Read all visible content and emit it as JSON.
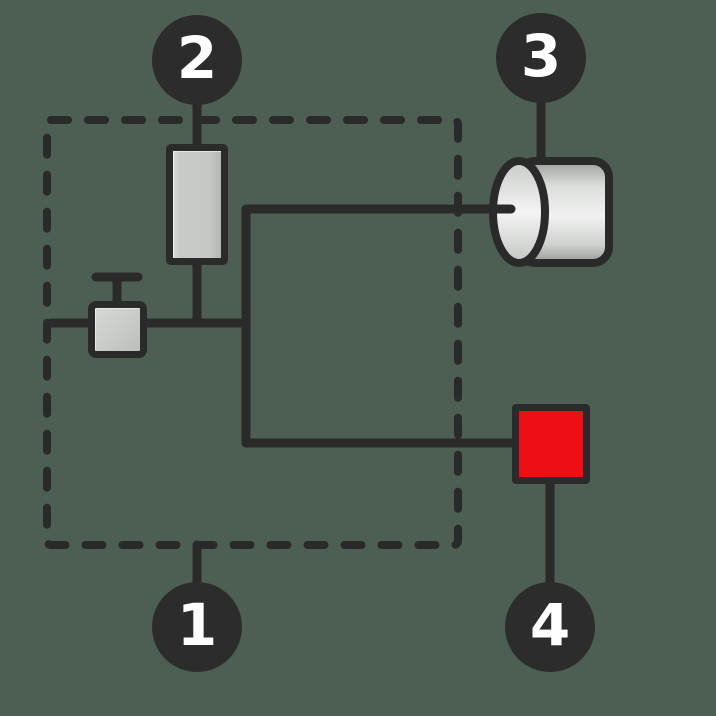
{
  "diagram": {
    "type": "process-schematic",
    "markers": {
      "marker1": "1",
      "marker2": "2",
      "marker3": "3",
      "marker4": "4"
    },
    "components": {
      "boundary": "dashed system boundary",
      "vessel": "vertical vessel",
      "valve": "valve with T-handle",
      "tank": "horizontal cylinder tank",
      "indicator": "red indicator square"
    },
    "colors": {
      "background": "#4d5e53",
      "stroke": "#2a2a2a",
      "marker_fill": "#2c2c2c",
      "marker_text": "#ffffff",
      "component_fill": "#c6c8c6",
      "indicator_red": "#ed0f13"
    }
  }
}
